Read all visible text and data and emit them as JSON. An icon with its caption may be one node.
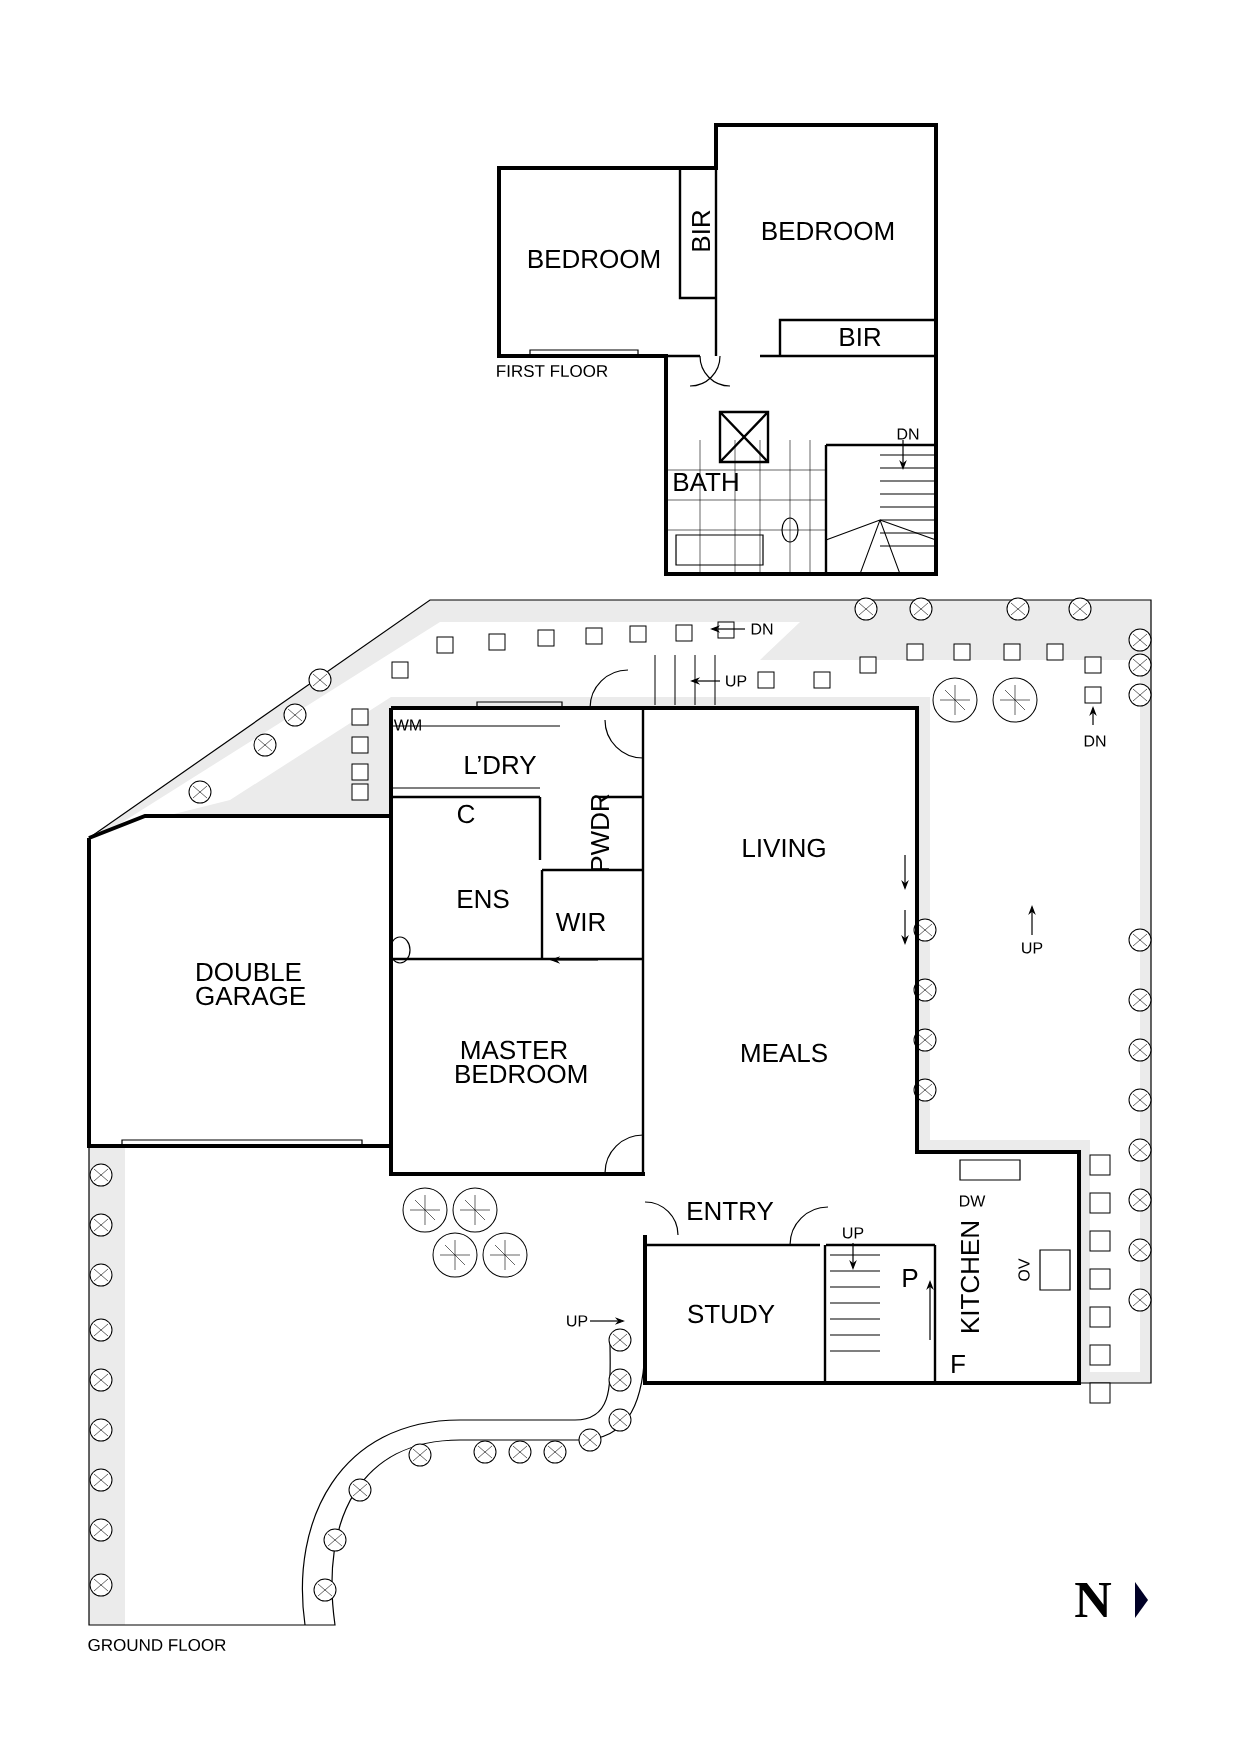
{
  "diagram": {
    "labels": [
      "BEDROOM",
      "BIR",
      "BEDROOM",
      "BIR",
      "FIRST FLOOR",
      "DN",
      "BATH",
      "DN",
      "UP",
      "WM",
      "DN",
      "L’DRY",
      "C",
      "PWDR",
      "LIVING",
      "ENS",
      "WIR",
      "UP",
      "DOUBLE GARAGE",
      "MASTER BEDROOM",
      "MEALS",
      "DW",
      "ENTRY",
      "UP",
      "P",
      "OV",
      "KITCHEN",
      "STUDY",
      "UP",
      "F",
      "N",
      "GROUND FLOOR"
    ]
  }
}
